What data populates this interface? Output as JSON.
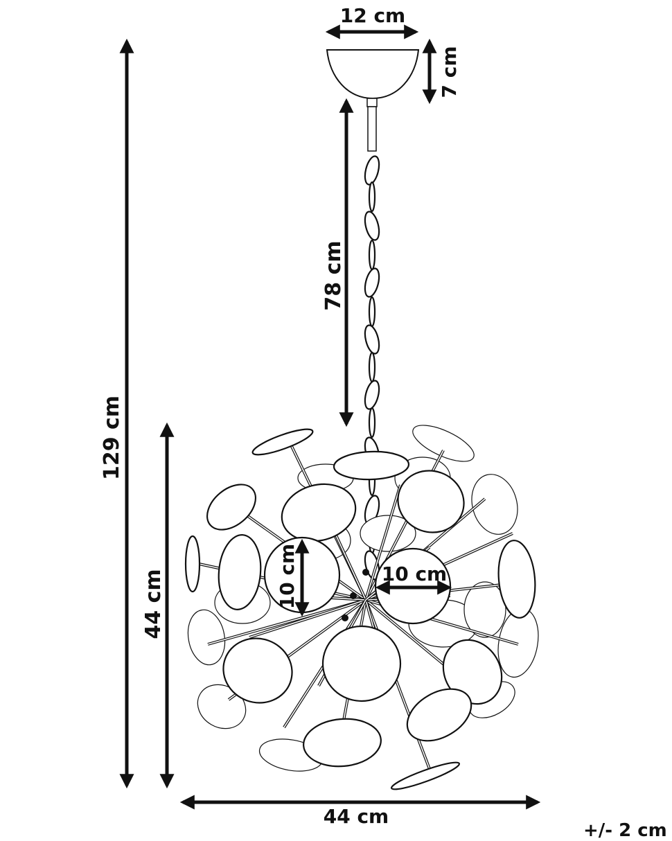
{
  "dimensions": {
    "canopy_width": "12 cm",
    "canopy_height": "7 cm",
    "chain_length": "78 cm",
    "total_height": "129 cm",
    "body_height": "44 cm",
    "body_width": "44 cm",
    "disc_diameter_vertical": "10 cm",
    "disc_diameter_horizontal": "10 cm"
  },
  "tolerance": "+/- 2 cm",
  "colors": {
    "line": "#111111",
    "background": "#ffffff"
  }
}
